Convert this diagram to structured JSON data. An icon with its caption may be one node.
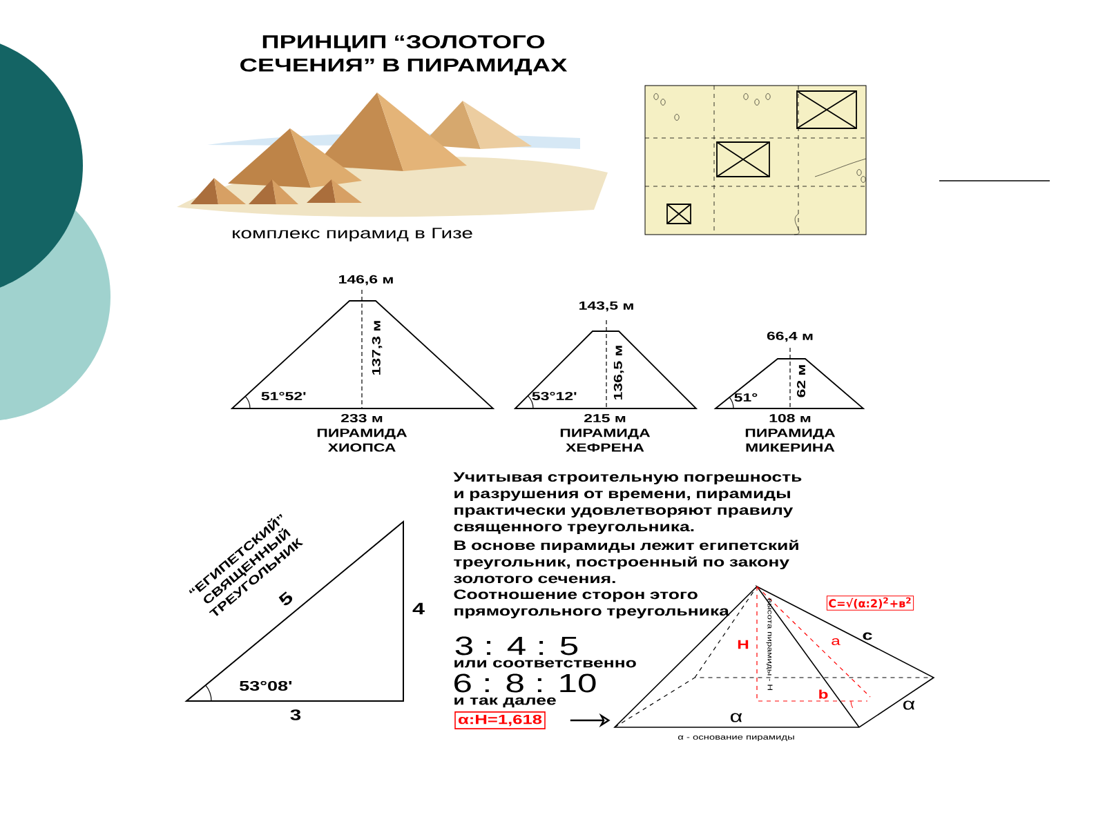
{
  "diagram": {
    "title": "ПРИНЦИП “ЗОЛОТОГО СЕЧЕНИЯ” В ПИРАМИДАХ",
    "nodes": [
      {
        "text": [
          "α:H=1,618"
        ]
      },
      {
        "text": [],
        "shape": "picture"
      }
    ],
    "edges": [
      {
        "from": 0,
        "to": 1,
        "arrow": "to"
      }
    ],
    "labels": [
      "комплекс пирамид в Гизе",
      "146,6 м",
      "137,3 м",
      "51°52'",
      "233 м",
      "ПИРАМИДА ХИОПСА",
      "143,5 м",
      "136,5 м",
      "53°12'",
      "215 м",
      "ПИРАМИДА ХЕФРЕНА",
      "66,4 м",
      "62 м",
      "51°",
      "108 м",
      "ПИРАМИДА МИКЕРИНА",
      "“ЕГИПЕТСКИЙ” СВЯЩЕННЫЙ ТРЕУГОЛЬНИК",
      "5",
      "4",
      "53°08'",
      "3",
      "Учитывая строительную погрешность и разрушения от времени, пирамиды практически удовлетворяют правилу священного треугольника.",
      "В основе пирамиды лежит египетский треугольник, построенный по закону золотого сечения.",
      "Соотношение сторон этого прямоугольного треугольника",
      "3 : 4 : 5",
      "или соответственно",
      "6 : 8 : 10",
      "и так далее",
      "С=√(α:2)$^{2}$+в$^{2}$",
      "H",
      "высота пирамиды - H",
      "a",
      "c",
      "b",
      "α",
      "α",
      "α - основание пирамиды"
    ]
  }
}
